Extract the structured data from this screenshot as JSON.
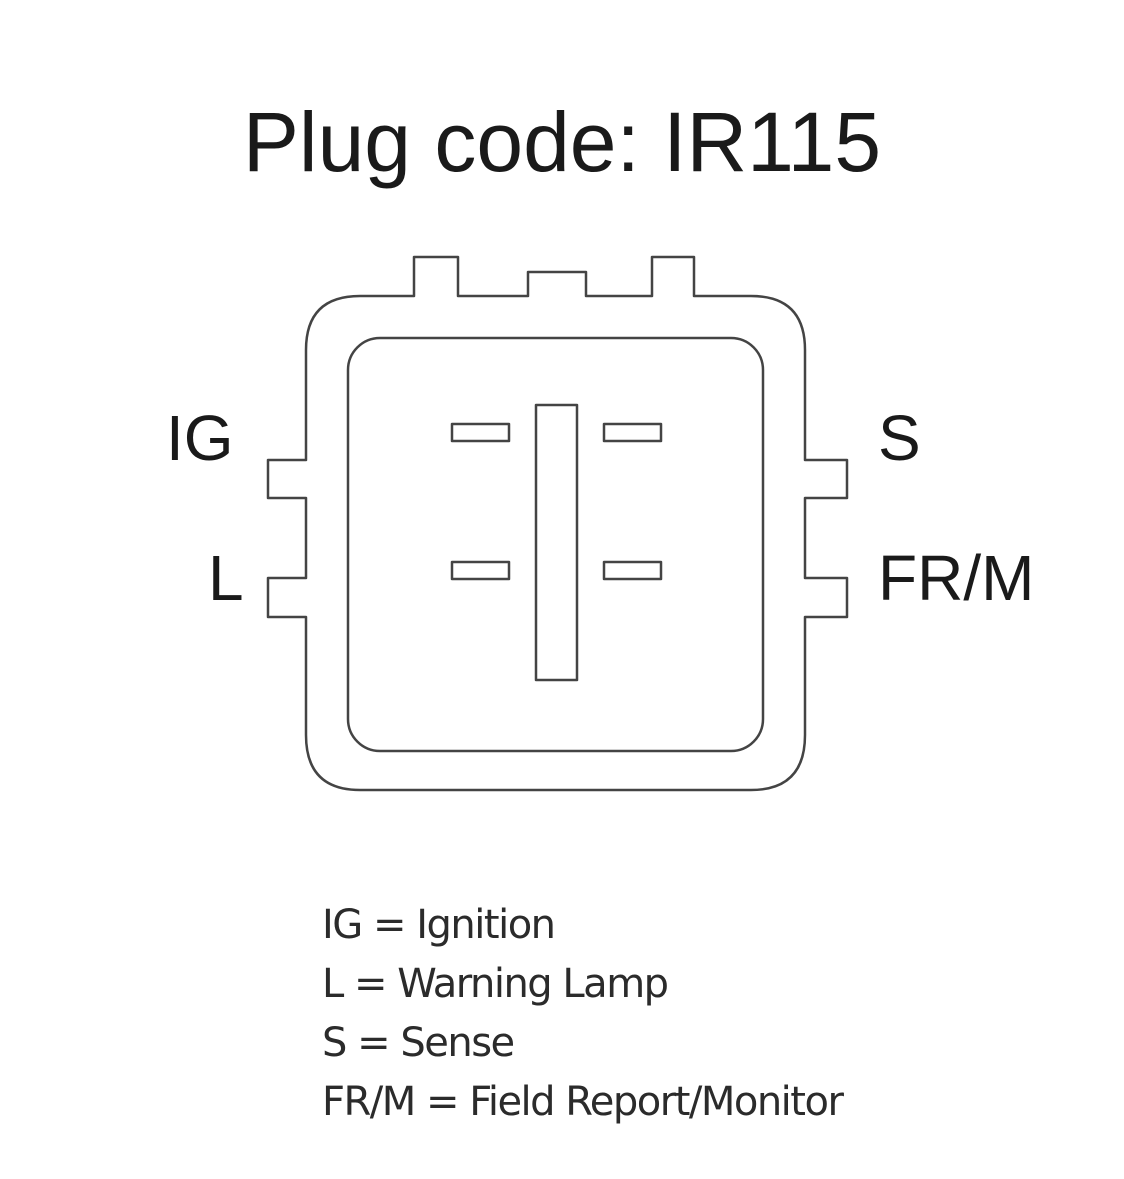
{
  "title": "Plug code: IR115",
  "pins": {
    "ig": "IG",
    "l": "L",
    "s": "S",
    "frm": "FR/M"
  },
  "legend": [
    "IG = Ignition",
    "L = Warning Lamp",
    "S = Sense",
    "FR/M = Field Report/Monitor"
  ],
  "colors": {
    "stroke": "#444444",
    "text": "#1a1a1a"
  }
}
